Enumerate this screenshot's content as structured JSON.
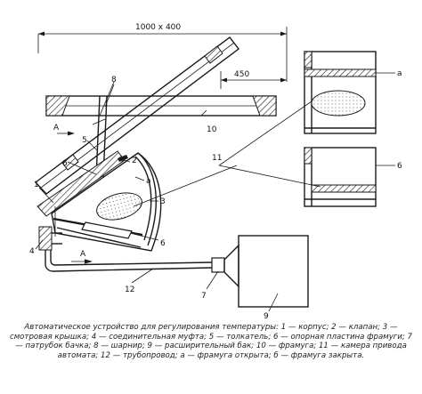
{
  "dimensions": {
    "overall": "1000 x 400",
    "offset": "450"
  },
  "labels": {
    "n1": "1",
    "n2": "2",
    "n3": "3",
    "n4": "4",
    "n5": "5",
    "n6_upper": "6",
    "n6_lower": "6",
    "n6_inset": "6",
    "n7": "7",
    "n8": "8",
    "n9": "9",
    "n10": "10",
    "n11": "11",
    "n12": "12",
    "a_main": "a",
    "a_inset": "a",
    "flow_upper": "A",
    "flow_lower": "A"
  },
  "caption": "Автоматическое устройство для регулирования температуры: 1 — корпус; 2 — клапан; 3 — смотровая крышка; 4 — соединительная муфта; 5 — толкатель; 6 — опорная пластина фрамуги; 7 — патрубок бачка; 8 — шарнир; 9 — расширительный бак; 10 — фрамуга; 11 — камера привода автомата; 12 — трубопровод; а — фрамуга открыта; б — фрамуга закрыта."
}
